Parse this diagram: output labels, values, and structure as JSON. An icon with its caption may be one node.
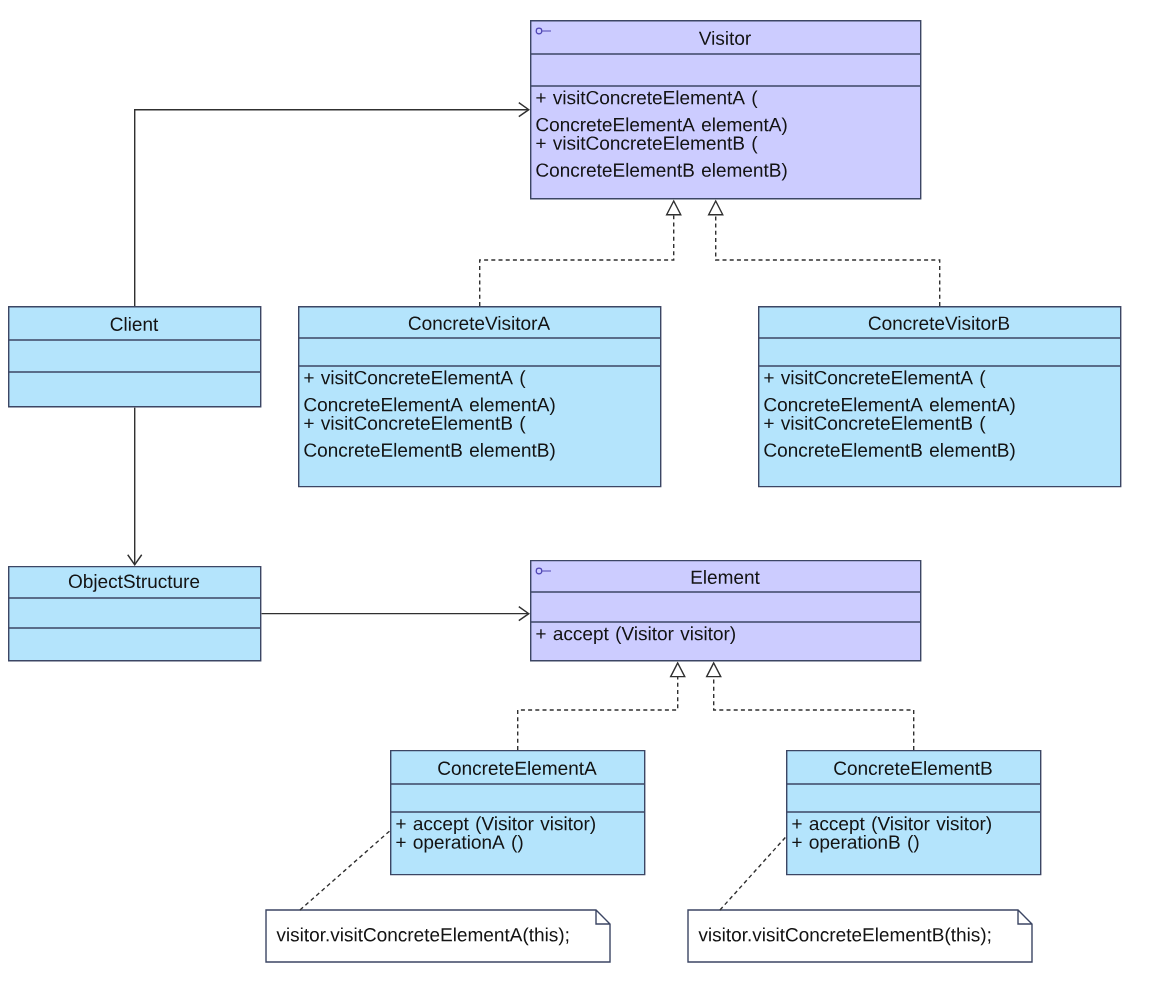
{
  "diagram": {
    "nodes": [
      {
        "text": [
          "Visitor",
          "+ visitConcreteElementA ( ConcreteElementA elementA)",
          "+ visitConcreteElementB ( ConcreteElementB elementB)"
        ]
      },
      {
        "text": [
          "Client"
        ]
      },
      {
        "text": [
          "ConcreteVisitorA",
          "+ visitConcreteElementA ( ConcreteElementA elementA)",
          "+ visitConcreteElementB ( ConcreteElementB elementB)"
        ]
      },
      {
        "text": [
          "ConcreteVisitorB",
          "+ visitConcreteElementA ( ConcreteElementA elementA)",
          "+ visitConcreteElementB ( ConcreteElementB elementB)"
        ]
      },
      {
        "text": [
          "ObjectStructure"
        ]
      },
      {
        "text": [
          "Element",
          "+ accept (Visitor visitor)"
        ]
      },
      {
        "text": [
          "ConcreteElementA",
          "+ accept (Visitor visitor)",
          "+ operationA ()"
        ]
      },
      {
        "text": [
          "ConcreteElementB",
          "+ accept (Visitor visitor)",
          "+ operationB ()"
        ]
      },
      {
        "text": [
          "visitor.visitConcreteElementA(this);"
        ]
      },
      {
        "text": [
          "visitor.visitConcreteElementB(this);"
        ]
      }
    ],
    "edges": [
      {
        "from": 1,
        "to": 0,
        "arrow": "to"
      },
      {
        "from": 1,
        "to": 4,
        "arrow": "to"
      },
      {
        "from": 2,
        "to": 0,
        "arrow": "to",
        "style": "dashed"
      },
      {
        "from": 3,
        "to": 0,
        "arrow": "to",
        "style": "dashed"
      },
      {
        "from": 4,
        "to": 5,
        "arrow": "to"
      },
      {
        "from": 6,
        "to": 5,
        "arrow": "to",
        "style": "dashed"
      },
      {
        "from": 7,
        "to": 5,
        "arrow": "to",
        "style": "dashed"
      },
      {
        "from": 8,
        "to": 6,
        "arrow": "none",
        "style": "dashed"
      },
      {
        "from": 9,
        "to": 7,
        "arrow": "none",
        "style": "dashed"
      }
    ]
  }
}
